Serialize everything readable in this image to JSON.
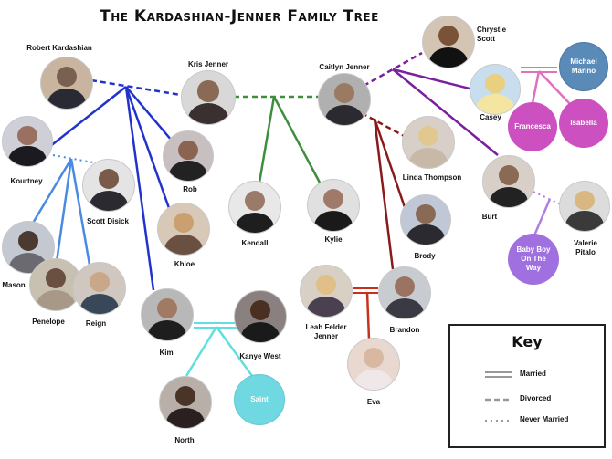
{
  "title": "The Kardashian-Jenner Family Tree",
  "people": {
    "robert": {
      "label": "Robert Kardashian"
    },
    "kris": {
      "label": "Kris Jenner"
    },
    "caitlyn": {
      "label": "Caitlyn Jenner"
    },
    "chrystie": {
      "label": "Chrystie Scott"
    },
    "michael": {
      "label": "Michael Marino"
    },
    "casey": {
      "label": "Casey"
    },
    "francesca": {
      "label": "Francesca"
    },
    "isabella": {
      "label": "Isabella"
    },
    "kourtney": {
      "label": "Kourtney"
    },
    "scott": {
      "label": "Scott Disick"
    },
    "rob": {
      "label": "Rob"
    },
    "khloe": {
      "label": "Khloe"
    },
    "kendall": {
      "label": "Kendall"
    },
    "kylie": {
      "label": "Kylie"
    },
    "linda": {
      "label": "Linda Thompson"
    },
    "burt": {
      "label": "Burt"
    },
    "valerie": {
      "label": "Valerie Pitalo"
    },
    "baby": {
      "label": "Baby Boy On The Way"
    },
    "brody": {
      "label": "Brody"
    },
    "mason": {
      "label": "Mason"
    },
    "penelope": {
      "label": "Penelope"
    },
    "reign": {
      "label": "Reign"
    },
    "kim": {
      "label": "Kim"
    },
    "kanye": {
      "label": "Kanye West"
    },
    "leah": {
      "label": "Leah Felder Jenner"
    },
    "brandon": {
      "label": "Brandon"
    },
    "north": {
      "label": "North"
    },
    "saint": {
      "label": "Saint"
    },
    "eva": {
      "label": "Eva"
    }
  },
  "key": {
    "title": "Key",
    "married": "Married",
    "divorced": "Divorced",
    "never_married": "Never Married"
  },
  "colors": {
    "kardashian_blue": "#2233cc",
    "kourtney_blue": "#4a8ae0",
    "kim_cyan": "#62dede",
    "jenner_green": "#3e8e3e",
    "linda_maroon": "#8a1a1a",
    "chrystie_purple": "#7a1f9e",
    "casey_pink": "#e070c0",
    "brandon_red": "#c8301e",
    "burt_violet": "#b080e0",
    "michael_blue": "#5a8ab8",
    "kid_pink": "#cc50c0",
    "baby_violet": "#a070e0",
    "saint_teal": "#70d8e0"
  }
}
